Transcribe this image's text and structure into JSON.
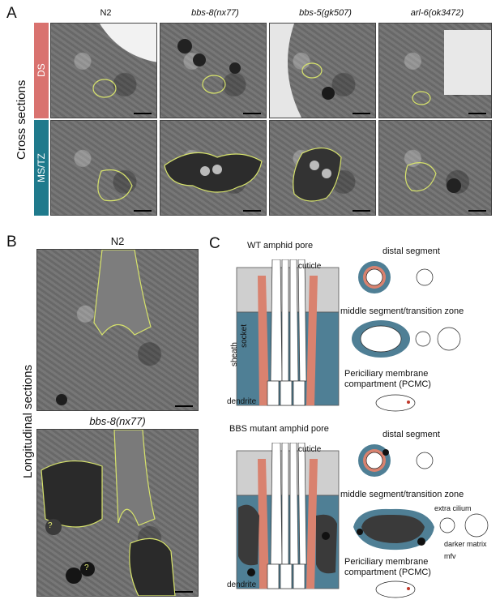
{
  "panelA": {
    "letter": "A",
    "row_group_label": "Cross sections",
    "columns": [
      "N2",
      "bbs-8(nx77)",
      "bbs-5(gk507)",
      "arl-6(ok3472)"
    ],
    "rows": [
      {
        "label": "DS",
        "color": "#d9726f"
      },
      {
        "label": "MS/TZ",
        "color": "#1f7a8c"
      }
    ]
  },
  "panelB": {
    "letter": "B",
    "side_label": "Longitudinal sections",
    "top_title": "N2",
    "bottom_title": "bbs-8(nx77)",
    "question_mark": "?"
  },
  "panelC": {
    "letter": "C",
    "wt_title": "WT amphid pore",
    "mut_title": "BBS mutant amphid pore",
    "cuticle": "cuticle",
    "sheath": "sheath",
    "socket": "socket",
    "dendrite": "dendrite",
    "distal_segment": "distal segment",
    "middle_segment": "middle segment/transition zone",
    "pcmc_line1": "Periciliary membrane",
    "pcmc_line2": "compartment (PCMC)",
    "extra_cilium": "extra cilium",
    "darker_matrix": "darker matrix",
    "mfv": "mfv"
  },
  "colors": {
    "sheath": "#4f7f95",
    "socket": "#d9826f",
    "cuticle": "#cfcfcf",
    "dark_matrix": "#3a3a3a"
  }
}
